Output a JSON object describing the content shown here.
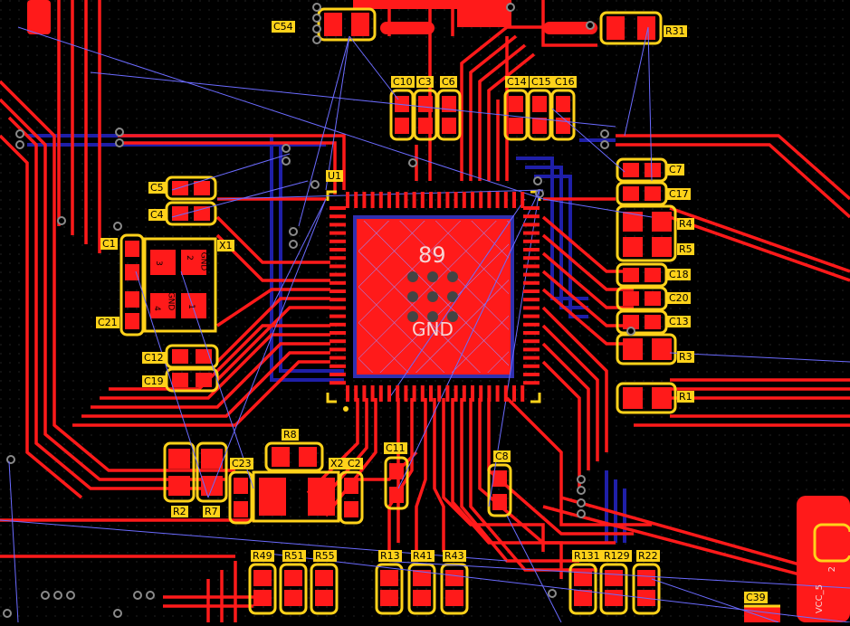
{
  "chip": {
    "ref": "U1",
    "pin_count": "89",
    "net": "GND"
  },
  "crystal": {
    "ref": "X1",
    "pins": [
      "3",
      "2",
      "GND",
      "GND",
      "4",
      "1"
    ]
  },
  "connector": {
    "net": "VCC_5",
    "pin": "2"
  },
  "labels": [
    {
      "id": "C54",
      "text": "C54"
    },
    {
      "id": "R31",
      "text": "R31"
    },
    {
      "id": "C10",
      "text": "C10"
    },
    {
      "id": "C3",
      "text": "C3"
    },
    {
      "id": "C6",
      "text": "C6"
    },
    {
      "id": "C14",
      "text": "C14"
    },
    {
      "id": "C15",
      "text": "C15"
    },
    {
      "id": "C16",
      "text": "C16"
    },
    {
      "id": "C7",
      "text": "C7"
    },
    {
      "id": "C17",
      "text": "C17"
    },
    {
      "id": "R4",
      "text": "R4"
    },
    {
      "id": "R5",
      "text": "R5"
    },
    {
      "id": "C18",
      "text": "C18"
    },
    {
      "id": "C20",
      "text": "C20"
    },
    {
      "id": "C13",
      "text": "C13"
    },
    {
      "id": "R3",
      "text": "R3"
    },
    {
      "id": "R1",
      "text": "R1"
    },
    {
      "id": "C5",
      "text": "C5"
    },
    {
      "id": "C4",
      "text": "C4"
    },
    {
      "id": "C1",
      "text": "C1"
    },
    {
      "id": "X1",
      "text": "X1"
    },
    {
      "id": "C21",
      "text": "C21"
    },
    {
      "id": "C12",
      "text": "C12"
    },
    {
      "id": "C19",
      "text": "C19"
    },
    {
      "id": "U1",
      "text": "U1"
    },
    {
      "id": "R8",
      "text": "R8"
    },
    {
      "id": "C23",
      "text": "C23"
    },
    {
      "id": "X2",
      "text": "X2"
    },
    {
      "id": "C2",
      "text": "C2"
    },
    {
      "id": "R2",
      "text": "R2"
    },
    {
      "id": "R7",
      "text": "R7"
    },
    {
      "id": "C11",
      "text": "C11"
    },
    {
      "id": "C8",
      "text": "C8"
    },
    {
      "id": "R49",
      "text": "R49"
    },
    {
      "id": "R51",
      "text": "R51"
    },
    {
      "id": "R55",
      "text": "R55"
    },
    {
      "id": "R137",
      "text": "R13"
    },
    {
      "id": "R41",
      "text": "R41"
    },
    {
      "id": "R43",
      "text": "R43"
    },
    {
      "id": "R131",
      "text": "R131"
    },
    {
      "id": "R129",
      "text": "R129"
    },
    {
      "id": "R22",
      "text": "R22"
    },
    {
      "id": "C39",
      "text": "C39"
    }
  ],
  "colors": {
    "background": "#000000",
    "copper_top": "#ff1a1a",
    "copper_bottom": "#1f1fa8",
    "silkscreen": "#ffd21a",
    "ratsnest": "#6b6bff",
    "via": "#9a9a9a"
  }
}
